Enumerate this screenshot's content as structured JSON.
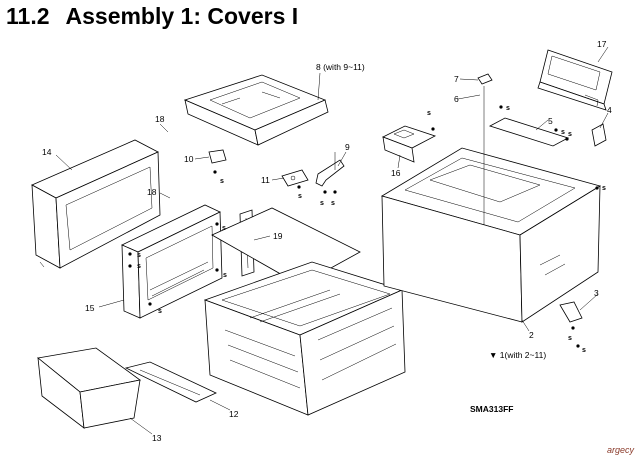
{
  "section": {
    "number": "11.2",
    "title": "Assembly 1: Covers I"
  },
  "callouts": {
    "c1": "▼ 1(with 2~11)",
    "c2": "2",
    "c3": "3",
    "c4": "4",
    "c5": "5",
    "c6": "6",
    "c7": "7",
    "c8": "8 (with 9~11)",
    "c9": "9",
    "c10": "10",
    "c11": "11",
    "c12": "12",
    "c13": "13",
    "c14": "14",
    "c15": "15",
    "c16": "16",
    "c17": "17",
    "c18a": "18",
    "c18b": "18",
    "c19": "19"
  },
  "screw_label": "s",
  "drawing_code": "SMA313FF",
  "brand": "argecy"
}
